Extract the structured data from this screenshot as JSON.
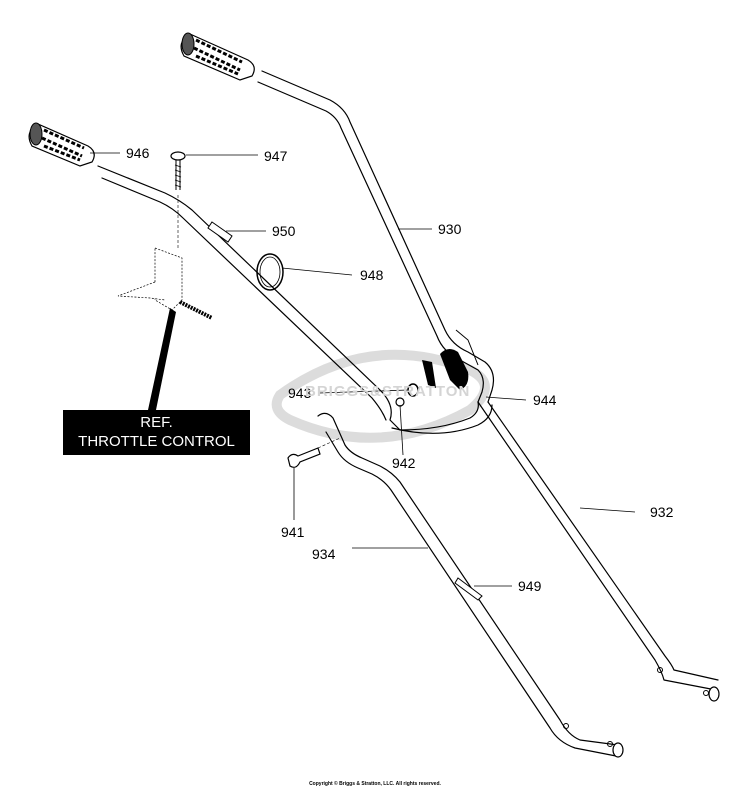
{
  "ref_box": {
    "line1": "REF.",
    "line2": "THROTTLE CONTROL"
  },
  "watermark": {
    "text": "BRIGGS&STRATTON"
  },
  "copyright": "Copyright © Briggs & Stratton, LLC. All rights reserved.",
  "parts": [
    {
      "id": "946",
      "label": "946"
    },
    {
      "id": "947",
      "label": "947"
    },
    {
      "id": "950",
      "label": "950"
    },
    {
      "id": "948",
      "label": "948"
    },
    {
      "id": "930",
      "label": "930"
    },
    {
      "id": "943",
      "label": "943"
    },
    {
      "id": "944",
      "label": "944"
    },
    {
      "id": "942",
      "label": "942"
    },
    {
      "id": "932",
      "label": "932"
    },
    {
      "id": "941",
      "label": "941"
    },
    {
      "id": "934",
      "label": "934"
    },
    {
      "id": "949",
      "label": "949"
    }
  ],
  "colors": {
    "line": "#000000",
    "watermark": "#d4d4d4",
    "background": "#ffffff"
  }
}
